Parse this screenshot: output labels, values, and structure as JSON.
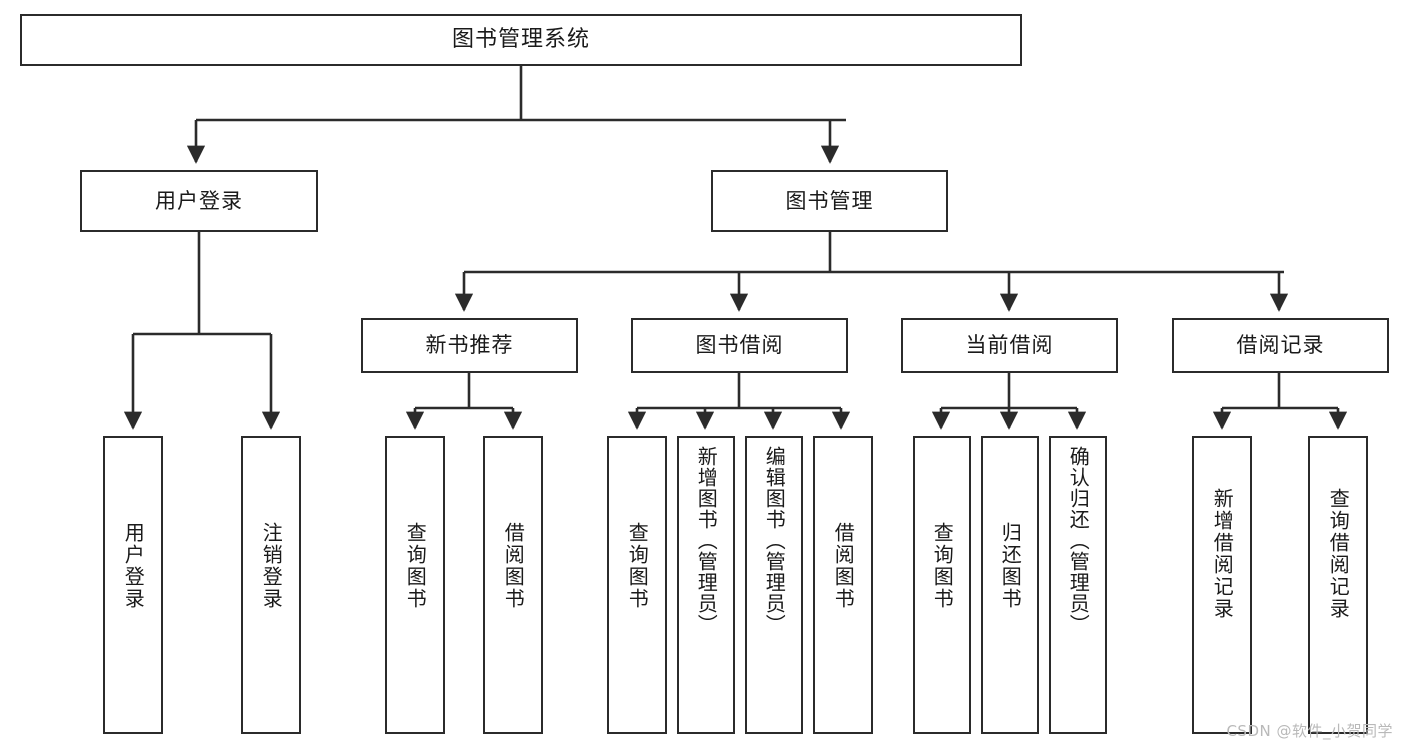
{
  "title": "图书管理系统 功能结构图",
  "colors": {
    "box_border": "#2b2b2b",
    "box_fill": "#ffffff",
    "line": "#2b2b2b",
    "text": "#1a1a1a",
    "watermark": "#b9b9b9",
    "background": "#ffffff"
  },
  "watermark": {
    "text": "CSDN @软件_小贺同学"
  },
  "chart_data": {
    "type": "diagram",
    "diagram_kind": "tree-hierarchy",
    "title": "图书管理系统",
    "orientation": "top-down",
    "levels": 4,
    "nodes": [
      {
        "id": "root",
        "label": "图书管理系统",
        "level": 1,
        "parent": null
      },
      {
        "id": "login",
        "label": "用户登录",
        "level": 2,
        "parent": "root"
      },
      {
        "id": "bookmgmt",
        "label": "图书管理",
        "level": 2,
        "parent": "root"
      },
      {
        "id": "newbook",
        "label": "新书推荐",
        "level": 3,
        "parent": "bookmgmt"
      },
      {
        "id": "borrow",
        "label": "图书借阅",
        "level": 3,
        "parent": "bookmgmt"
      },
      {
        "id": "current",
        "label": "当前借阅",
        "level": 3,
        "parent": "bookmgmt"
      },
      {
        "id": "records",
        "label": "借阅记录",
        "level": 3,
        "parent": "bookmgmt"
      },
      {
        "id": "l1",
        "label": "用户登录",
        "level": 4,
        "parent": "login"
      },
      {
        "id": "l2",
        "label": "注销登录",
        "level": 4,
        "parent": "login"
      },
      {
        "id": "l3",
        "label": "查询图书",
        "level": 4,
        "parent": "newbook"
      },
      {
        "id": "l4",
        "label": "借阅图书",
        "level": 4,
        "parent": "newbook"
      },
      {
        "id": "l5",
        "label": "查询图书",
        "level": 4,
        "parent": "borrow"
      },
      {
        "id": "l6",
        "label": "新增图书（管理员）",
        "level": 4,
        "parent": "borrow"
      },
      {
        "id": "l7",
        "label": "编辑图书（管理员）",
        "level": 4,
        "parent": "borrow"
      },
      {
        "id": "l8",
        "label": "借阅图书",
        "level": 4,
        "parent": "borrow"
      },
      {
        "id": "l9",
        "label": "查询图书",
        "level": 4,
        "parent": "current"
      },
      {
        "id": "l10",
        "label": "归还图书",
        "level": 4,
        "parent": "current"
      },
      {
        "id": "l11",
        "label": "确认归还（管理员）",
        "level": 4,
        "parent": "current"
      },
      {
        "id": "l12",
        "label": "新增借阅记录",
        "level": 4,
        "parent": "records"
      },
      {
        "id": "l13",
        "label": "查询借阅记录",
        "level": 4,
        "parent": "records"
      }
    ]
  },
  "level1": {
    "root": {
      "label": "图书管理系统"
    }
  },
  "level2": {
    "login": {
      "label": "用户登录"
    },
    "bookmgmt": {
      "label": "图书管理"
    }
  },
  "level3": {
    "newbook": {
      "label": "新书推荐"
    },
    "borrow": {
      "label": "图书借阅"
    },
    "current": {
      "label": "当前借阅"
    },
    "records": {
      "label": "借阅记录"
    }
  },
  "level4": {
    "login_children": [
      {
        "label": "用户登录"
      },
      {
        "label": "注销登录"
      }
    ],
    "newbook_children": [
      {
        "label": "查询图书"
      },
      {
        "label": "借阅图书"
      }
    ],
    "borrow_children": [
      {
        "label": "查询图书"
      },
      {
        "label": "新增图书（管理员）"
      },
      {
        "label": "编辑图书（管理员）"
      },
      {
        "label": "借阅图书"
      }
    ],
    "current_children": [
      {
        "label": "查询图书"
      },
      {
        "label": "归还图书"
      },
      {
        "label": "确认归还（管理员）"
      }
    ],
    "records_children": [
      {
        "label": "新增借阅记录"
      },
      {
        "label": "查询借阅记录"
      }
    ]
  }
}
